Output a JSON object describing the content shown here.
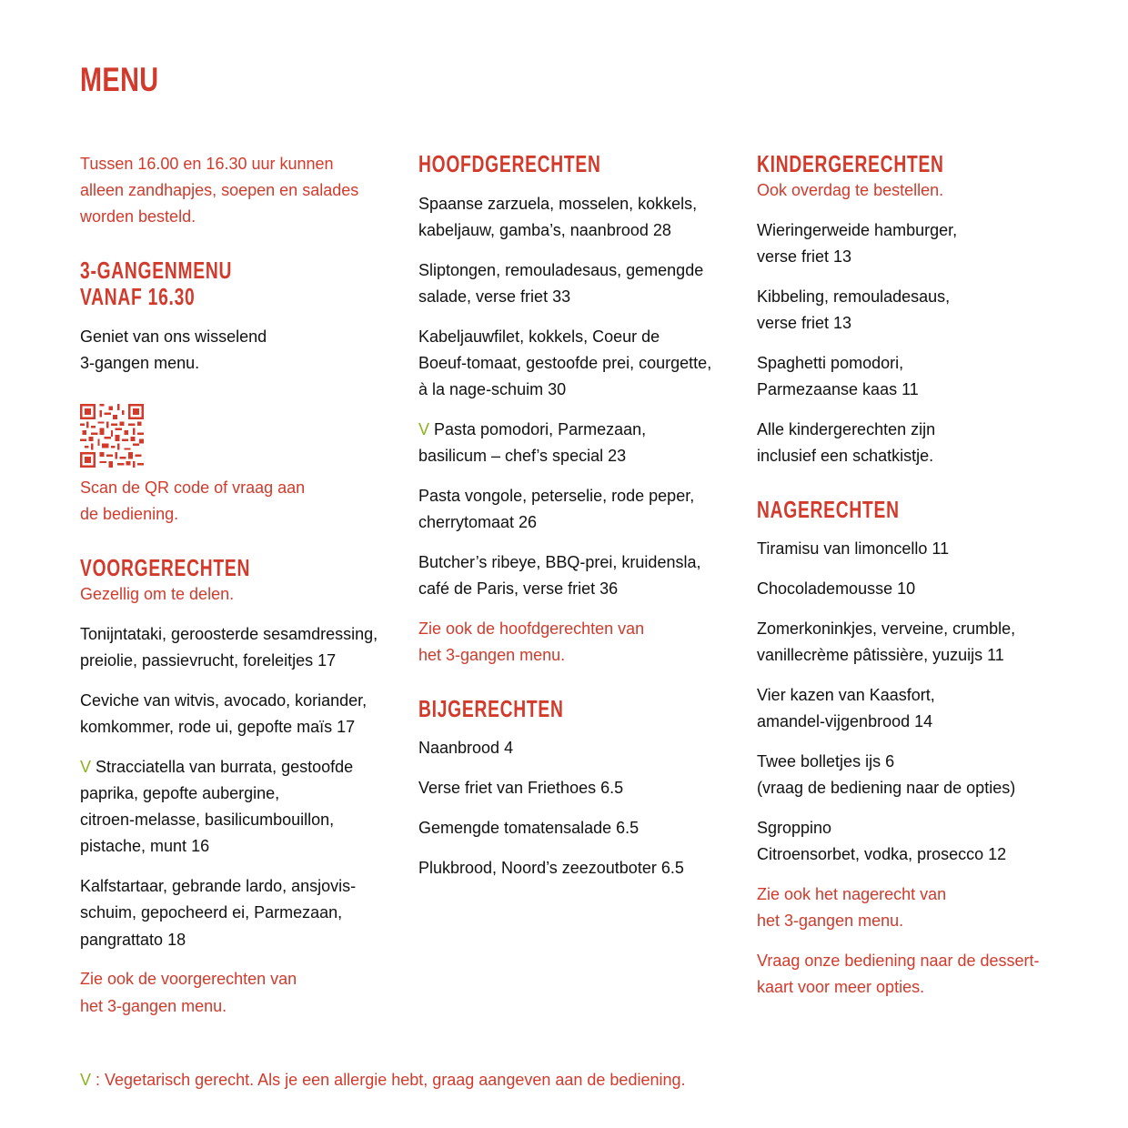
{
  "title": "MENU",
  "col1": {
    "intro": "Tussen 16.00 en 16.30 uur kunnen\nalleen zandhapjes, soepen en salades\nworden besteld.",
    "three_course_heading": "3-GANGENMENU\nVANAF 16.30",
    "three_course_text": "Geniet van ons wisselend\n3-gangen menu.",
    "qr_caption": "Scan de QR code of vraag aan\nde bediening.",
    "starters_heading": "VOORGERECHTEN",
    "starters_subtitle": "Gezellig om te delen.",
    "starters": [
      {
        "v": "",
        "text": "Tonijntataki, geroosterde sesamdressing,\npreiolie, passievrucht, foreleitjes 17"
      },
      {
        "v": "",
        "text": "Ceviche van witvis, avocado, koriander,\nkomkommer, rode ui, gepofte maïs 17"
      },
      {
        "v": "V",
        "text": " Stracciatella van burrata, gestoofde\npaprika, gepofte aubergine,\ncitroen-melasse, basilicumbouillon,\npistache, munt 16"
      },
      {
        "v": "",
        "text": "Kalfstartaar, gebrande lardo, ansjovis-\nschuim, gepocheerd ei, Parmezaan,\npangrattato 18"
      }
    ],
    "starters_note": "Zie ook de voorgerechten van\nhet 3-gangen menu."
  },
  "col2": {
    "mains_heading": "HOOFDGERECHTEN",
    "mains": [
      {
        "v": "",
        "text": "Spaanse zarzuela, mosselen, kokkels,\nkabeljauw, gamba’s, naanbrood 28"
      },
      {
        "v": "",
        "text": "Sliptongen, remouladesaus, gemengde\nsalade, verse friet 33"
      },
      {
        "v": "",
        "text": "Kabeljauwfilet, kokkels, Coeur de\nBoeuf-tomaat, gestoofde prei, courgette,\nà la nage-schuim 30"
      },
      {
        "v": "V",
        "text": " Pasta pomodori, Parmezaan,\nbasilicum – chef’s special 23"
      },
      {
        "v": "",
        "text": "Pasta vongole, peterselie, rode peper,\ncherrytomaat 26"
      },
      {
        "v": "",
        "text": "Butcher’s ribeye, BBQ-prei, kruidensla,\ncafé de Paris, verse friet 36"
      }
    ],
    "mains_note": "Zie ook de hoofdgerechten van\nhet 3-gangen menu.",
    "sides_heading": "BIJGERECHTEN",
    "sides": [
      "Naanbrood 4",
      "Verse friet van Friethoes 6.5",
      "Gemengde tomatensalade 6.5",
      "Plukbrood, Noord’s zeezoutboter 6.5"
    ]
  },
  "col3": {
    "kids_heading": "KINDERGERECHTEN",
    "kids_subtitle": "Ook overdag te bestellen.",
    "kids": [
      "Wieringerweide hamburger,\nverse friet 13",
      "Kibbeling, remouladesaus,\nverse friet 13",
      "Spaghetti pomodori,\nParmezaanse kaas 11",
      "Alle kindergerechten zijn\ninclusief een schatkistje."
    ],
    "desserts_heading": "NAGERECHTEN",
    "desserts": [
      "Tiramisu van limoncello 11",
      "Chocolademousse 10",
      "Zomerkoninkjes, verveine, crumble,\nvanillecrème pâtissière, yuzuijs 11",
      "Vier kazen van Kaasfort,\namandel-vijgenbrood 14",
      "Twee bolletjes ijs 6\n(vraag de bediening naar de opties)",
      "Sgroppino\nCitroensorbet, vodka, prosecco 12"
    ],
    "desserts_note1": "Zie ook het nagerecht van\nhet 3-gangen menu.",
    "desserts_note2": "Vraag onze bediening naar de dessert-\nkaart voor meer opties."
  },
  "footer": {
    "v": "V",
    "text": " : Vegetarisch gerecht. Als je een allergie hebt, graag aangeven aan de bediening."
  },
  "colors": {
    "accent": "#d23a2c",
    "vegetarian": "#8ab31f",
    "text": "#111111"
  }
}
